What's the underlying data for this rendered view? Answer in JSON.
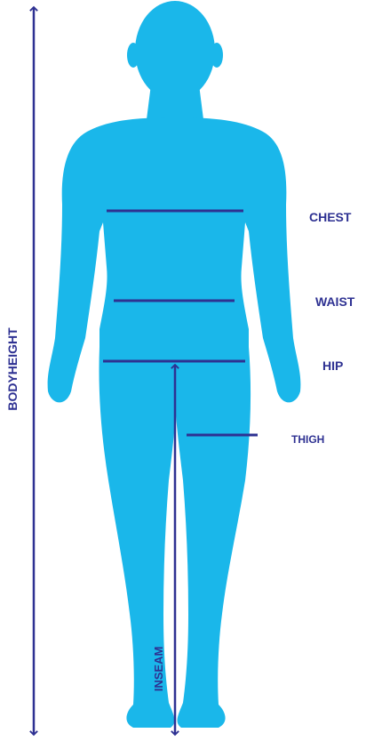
{
  "labels": {
    "bodyheight": "BODYHEIGHT",
    "chest": "CHEST",
    "waist": "WAIST",
    "hip": "HIP",
    "thigh": "THIGH",
    "inseam": "INSEAM"
  },
  "colors": {
    "body": "#1ab7ea",
    "line": "#2e3192",
    "background": "#ffffff"
  }
}
